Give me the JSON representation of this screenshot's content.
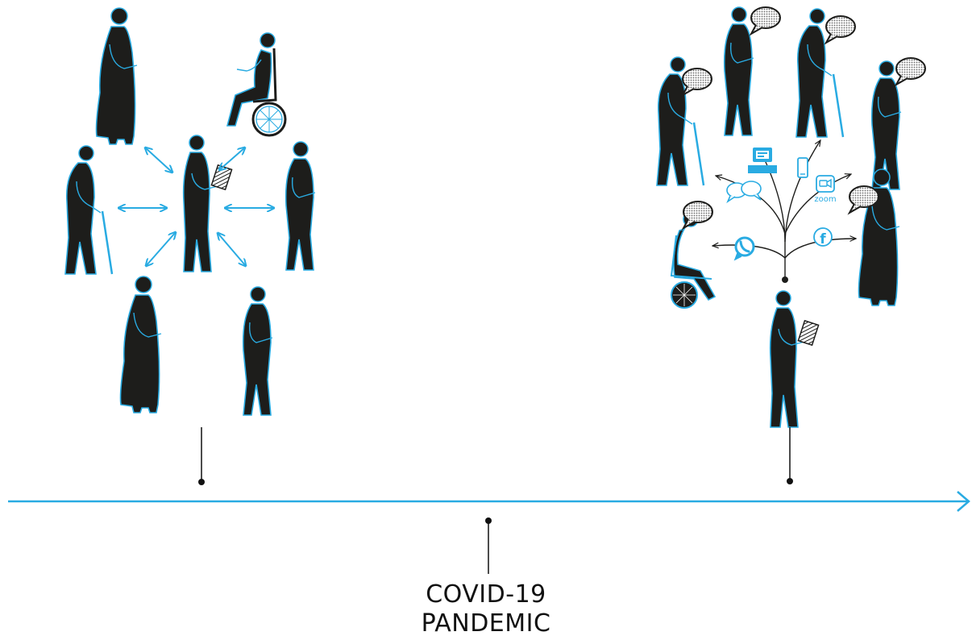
{
  "event": {
    "line1": "COVID-19",
    "line2": "PANDEMIC"
  },
  "colors": {
    "figure": "#1d1d1b",
    "accent": "#29abe2",
    "bubble": "#9a9a9a",
    "line": "#111111"
  },
  "icons": {
    "before": [
      "double-arrow-icon"
    ],
    "after": [
      "computer-icon",
      "phone-icon",
      "zoom-icon",
      "chat-icon",
      "whatsapp-icon",
      "facebook-icon",
      "speech-bubble-icon"
    ]
  },
  "labels": {
    "zoom": "zoom",
    "facebook": "f"
  }
}
